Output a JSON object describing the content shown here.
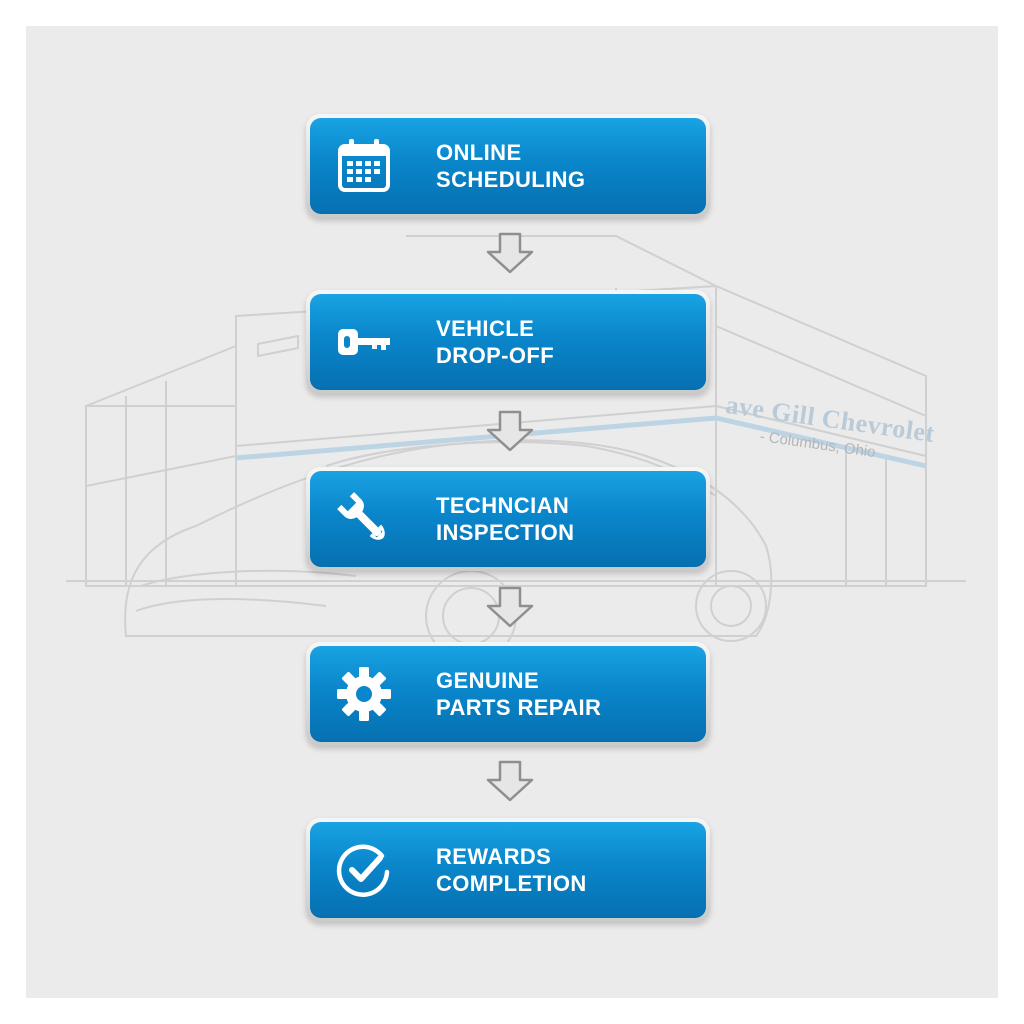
{
  "background": {
    "sign_name": "ave Gill Chevrolet",
    "sign_location": "- Columbus, Ohio"
  },
  "steps": [
    {
      "line1": "ONLINE",
      "line2": "SCHEDULING",
      "icon": "calendar-icon"
    },
    {
      "line1": "VEHICLE",
      "line2": "DROP-OFF",
      "icon": "key-icon"
    },
    {
      "line1": "TECHNCIAN",
      "line2": "INSPECTION",
      "icon": "wrench-icon"
    },
    {
      "line1": "GENUINE",
      "line2": "PARTS REPAIR",
      "icon": "gear-icon"
    },
    {
      "line1": "REWARDS",
      "line2": "COMPLETION",
      "icon": "check-circle-icon"
    }
  ],
  "colors": {
    "step_fill": "#0a86cb",
    "step_border": "#d9d9d9",
    "arrow_fill": "#e6e6e6",
    "arrow_stroke": "#8f8f8f",
    "background": "#ebebeb"
  }
}
